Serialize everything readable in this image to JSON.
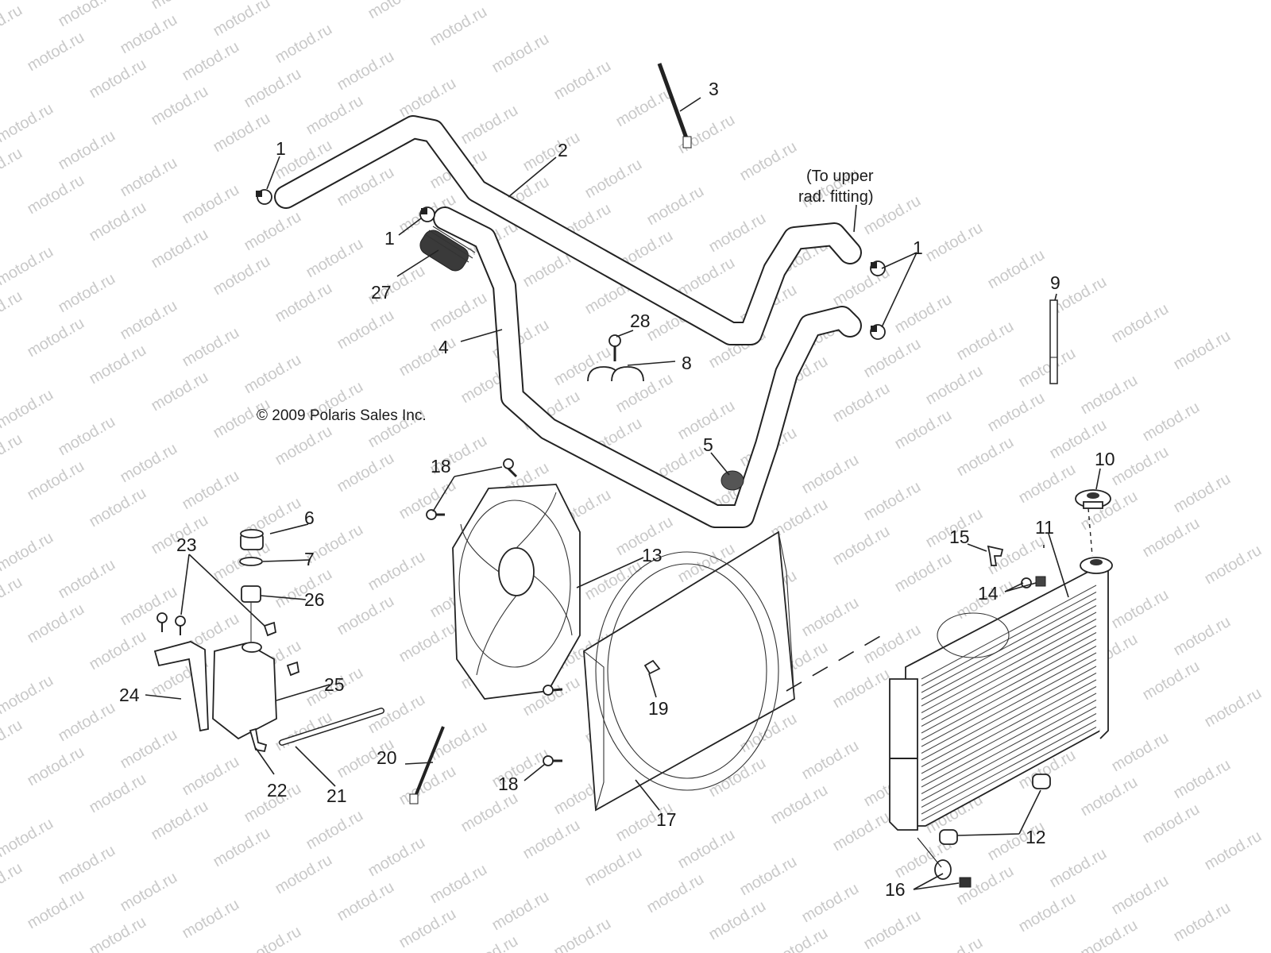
{
  "watermark": "motod.ru",
  "copyright": "© 2009 Polaris Sales Inc.",
  "note": {
    "line1": "(To upper",
    "line2": "rad. fitting)"
  },
  "callouts": {
    "c1a": "1",
    "c1b": "1",
    "c1c": "1",
    "c2": "2",
    "c3": "3",
    "c4": "4",
    "c5": "5",
    "c6": "6",
    "c7": "7",
    "c8": "8",
    "c9": "9",
    "c10": "10",
    "c11": "11",
    "c12": "12",
    "c13": "13",
    "c14": "14",
    "c15": "15",
    "c16": "16",
    "c17": "17",
    "c18a": "18",
    "c18b": "18",
    "c19": "19",
    "c20": "20",
    "c21": "21",
    "c22": "22",
    "c23": "23",
    "c24": "24",
    "c25": "25",
    "c26": "26",
    "c27": "27",
    "c28": "28"
  }
}
